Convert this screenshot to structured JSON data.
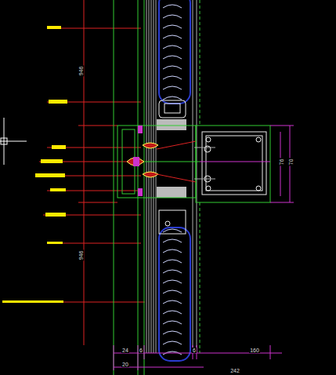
{
  "diagram": {
    "labels": [
      "946",
      "76",
      "70",
      "946",
      "24",
      "6",
      "20",
      "6",
      "160",
      "242"
    ]
  }
}
